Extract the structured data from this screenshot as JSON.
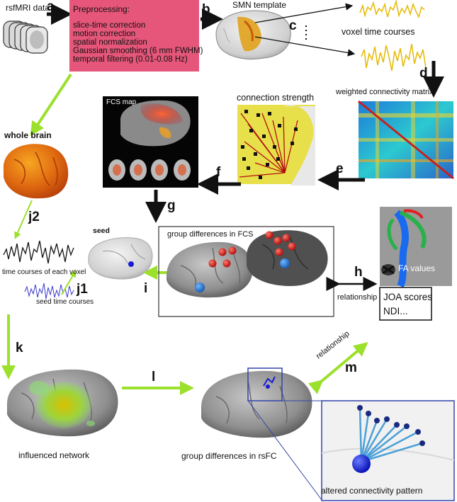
{
  "steps": {
    "a": "a",
    "b": "b",
    "c": "c",
    "d": "d",
    "e": "e",
    "f": "f",
    "g": "g",
    "h": "h",
    "i": "i",
    "j1": "j1",
    "j2": "j2",
    "k": "k",
    "l": "l",
    "m": "m"
  },
  "input": {
    "label": "rsfMRI data"
  },
  "preprocessing": {
    "title": "Preprocessing:",
    "lines": [
      "slice-time correction",
      "motion correction",
      "spatial normalization",
      "Gaussian smoothing (6 mm FWHM)",
      "temporal filtering (0.01-0.08 Hz)"
    ]
  },
  "smn_template": {
    "label": "SMN template"
  },
  "voxel_time_courses": {
    "label": "voxel time courses"
  },
  "connectivity_matrix": {
    "label": "weighted connectivity matrix"
  },
  "connection_strength": {
    "label": "connection strength"
  },
  "fcs_map": {
    "label": "FCS map"
  },
  "whole_brain": {
    "label": "whole brain"
  },
  "seed": {
    "label": "seed"
  },
  "time_courses_voxel": {
    "label": "time courses of each voxel"
  },
  "seed_time_courses": {
    "label": "seed time courses"
  },
  "group_diff_fcs": {
    "label": "group differences in FCS"
  },
  "fa_values": {
    "label": "FA values"
  },
  "relationship_h": {
    "label": "relationship"
  },
  "clinical": {
    "line1": "JOA scores",
    "line2": "NDI..."
  },
  "relationship_m": {
    "label": "relationship"
  },
  "influenced_network": {
    "label": "influenced network"
  },
  "group_diff_rsfc": {
    "label": "group differences in rsFC"
  },
  "altered_pattern": {
    "label": "altered connectivity pattern"
  },
  "colors": {
    "arrow_black": "#111111",
    "arrow_green": "#9be02a",
    "pre_box": "#e5567a",
    "brain_gray": "#8a8a8a",
    "timecourse_yellow": "#e6b800",
    "seed_blue": "#1a1ad6"
  }
}
